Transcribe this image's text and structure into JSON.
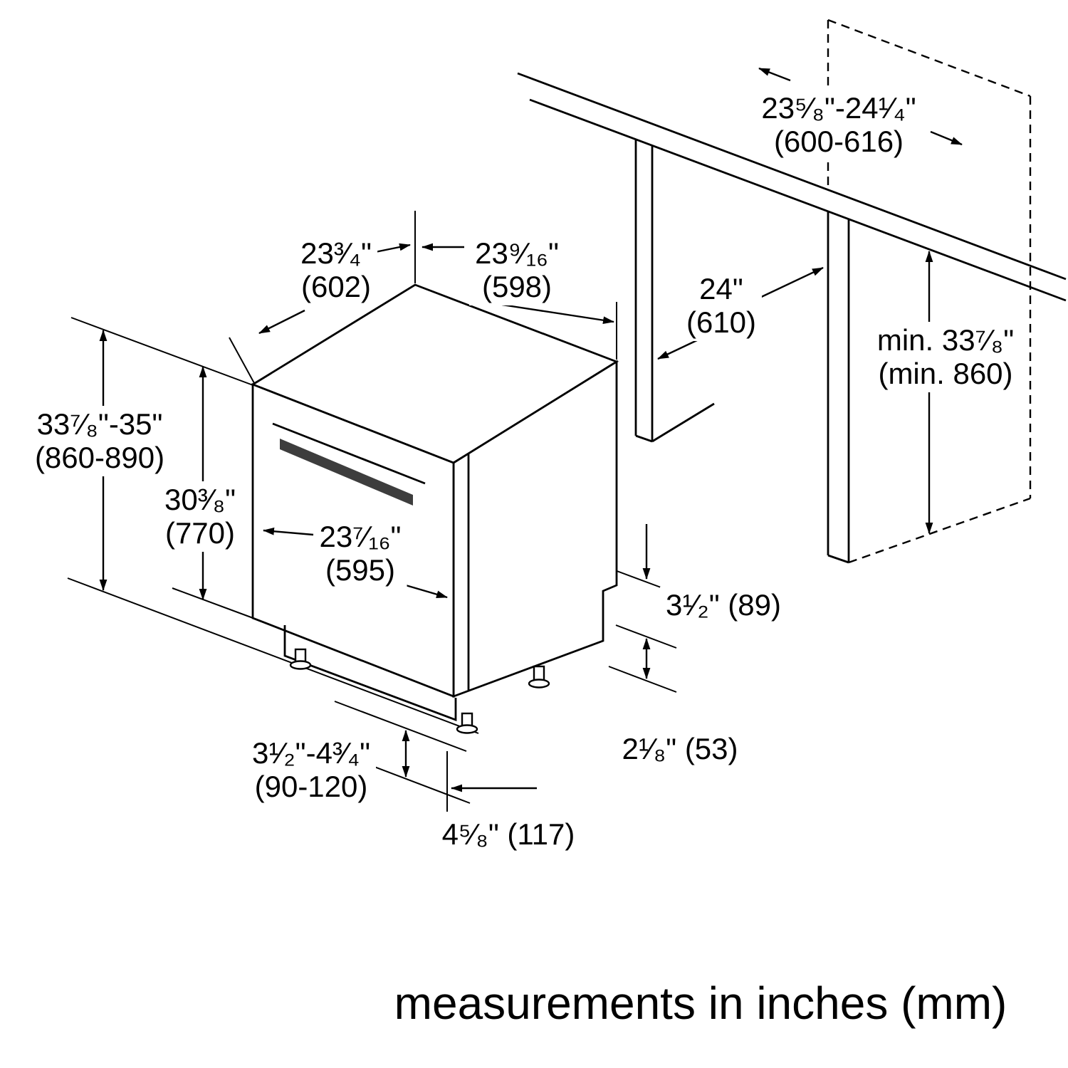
{
  "colors": {
    "line": "#000000",
    "handle": "#3d3d3d",
    "background": "#ffffff"
  },
  "caption": "measurements in inches (mm)",
  "dims": {
    "niche_width": {
      "l1": "23⁵⁄₈\"-24¹⁄₄\"",
      "l2": "(600-616)"
    },
    "top_width": {
      "l1": "23³⁄₄\"",
      "l2": "(602)"
    },
    "top_depth": {
      "l1": "23⁹⁄₁₆\"",
      "l2": "(598)"
    },
    "counter_depth": {
      "l1": "24\"",
      "l2": "(610)"
    },
    "niche_height": {
      "l1": "min. 33⁷⁄₈\"",
      "l2": "(min. 860)"
    },
    "overall_height": {
      "l1": "33⁷⁄₈\"-35\"",
      "l2": "(860-890)"
    },
    "door_height": {
      "l1": "30³⁄₈\"",
      "l2": "(770)"
    },
    "door_width": {
      "l1": "23⁷⁄₁₆\"",
      "l2": "(595)"
    },
    "toe_kick_height": {
      "l1": "3¹⁄₂\" (89)"
    },
    "rear_clearance": {
      "l1": "2¹⁄₈\" (53)"
    },
    "leg_range": {
      "l1": "3¹⁄₂\"-4³⁄₄\"",
      "l2": "(90-120)"
    },
    "toe_kick_depth": {
      "l1": "4⁵⁄₈\" (117)"
    }
  }
}
